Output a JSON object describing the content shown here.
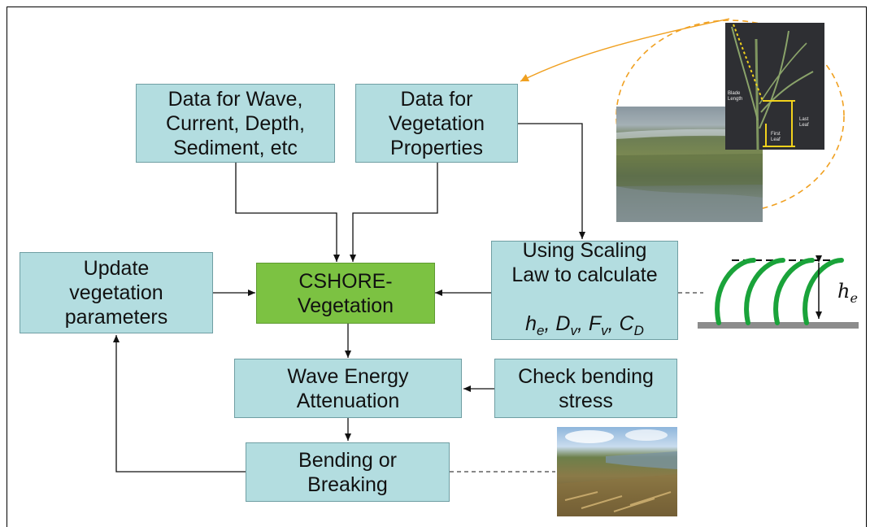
{
  "nodes": {
    "data_wave": "Data for Wave,\nCurrent, Depth,\nSediment, etc",
    "data_vegetation": "Data for\nVegetation\nProperties",
    "update": "Update\nvegetation\nparameters",
    "cshore": "CSHORE-\nVegetation",
    "scaling_line1": "Using Scaling",
    "scaling_line2": "Law to calculate",
    "wave_energy": "Wave Energy\nAttenuation",
    "check_bending": "Check bending\nstress",
    "bending": "Bending or\nBreaking"
  },
  "symbols": {
    "h": "h",
    "h_sub": "e",
    "D": "D",
    "D_sub": "v",
    "F": "F",
    "F_sub": "v",
    "C": "C",
    "C_sub": "D"
  },
  "inset": {
    "blade_length": "Blade\nLength",
    "last_leaf": "Last\nLeaf",
    "first_leaf": "First\nLeaf"
  },
  "colors": {
    "box_fill": "#b3dde0",
    "box_border": "#6f9ea3",
    "cshore_fill": "#7cc242",
    "plant_green": "#1aa33a",
    "callout_orange": "#f0a020"
  }
}
